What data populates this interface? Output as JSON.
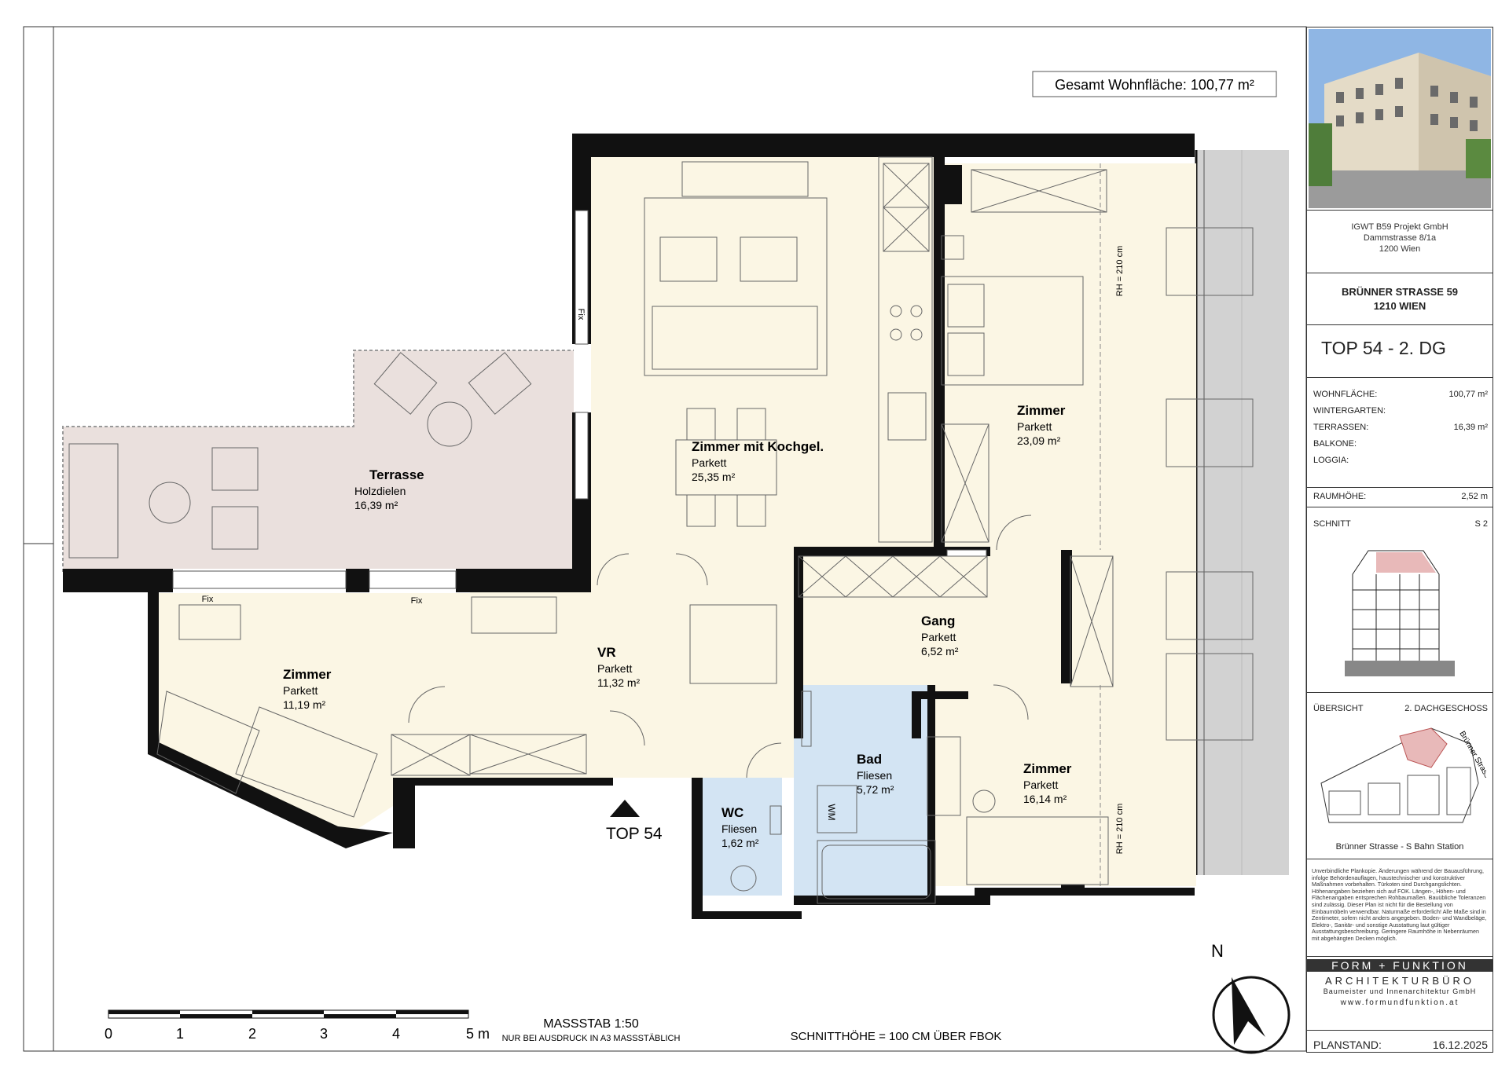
{
  "header": {
    "total_area": "Gesamt Wohnfläche: 100,77 m²"
  },
  "rooms": [
    {
      "name": "Zimmer mit Kochgel.",
      "floor": "Parkett",
      "area": "25,35 m²"
    },
    {
      "name": "Zimmer",
      "floor": "Parkett",
      "area": "23,09 m²"
    },
    {
      "name": "Terrasse",
      "floor": "Holzdielen",
      "area": "16,39 m²"
    },
    {
      "name": "Zimmer",
      "floor": "Parkett",
      "area": "11,19 m²"
    },
    {
      "name": "VR",
      "floor": "Parkett",
      "area": "11,32 m²"
    },
    {
      "name": "Gang",
      "floor": "Parkett",
      "area": "6,52 m²"
    },
    {
      "name": "Bad",
      "floor": "Fliesen",
      "area": "5,72 m²"
    },
    {
      "name": "Zimmer",
      "floor": "Parkett",
      "area": "16,14 m²"
    },
    {
      "name": "WC",
      "floor": "Fliesen",
      "area": "1,62 m²"
    }
  ],
  "labels": {
    "fix": "Fix",
    "wm": "WM",
    "rh": "RH = 210 cm",
    "top": "TOP 54",
    "north": "N"
  },
  "scale": {
    "ticks": [
      "0",
      "1",
      "2",
      "3",
      "4",
      "5 m"
    ],
    "title": "MASSSTAB 1:50",
    "note": "NUR BEI AUSDRUCK IN A3 MASSSTÄBLICH",
    "cut_height": "SCHNITTHÖHE = 100 CM ÜBER FBOK"
  },
  "titleblock": {
    "client": [
      "IGWT B59 Projekt GmbH",
      "Dammstrasse 8/1a",
      "1200 Wien"
    ],
    "address": [
      "BRÜNNER STRASSE 59",
      "1210 WIEN"
    ],
    "unit": "TOP 54 - 2. DG",
    "areas": [
      {
        "label": "WOHNFLÄCHE:",
        "value": "100,77 m²"
      },
      {
        "label": "WINTERGARTEN:",
        "value": ""
      },
      {
        "label": "TERRASSEN:",
        "value": "16,39 m²"
      },
      {
        "label": "BALKONE:",
        "value": ""
      },
      {
        "label": "LOGGIA:",
        "value": ""
      }
    ],
    "room_height": {
      "label": "RAUMHÖHE:",
      "value": "2,52 m"
    },
    "section": {
      "label": "SCHNITT",
      "value": "S 2"
    },
    "overview": {
      "label": "ÜBERSICHT",
      "value": "2. DACHGESCHOSS",
      "street": "Brünner Strasse",
      "caption": "Brünner Strasse - S Bahn Station"
    },
    "disclaimer": "Unverbindliche Plankopie. Änderungen während der Bauausführung, infolge Behördenauflagen, haustechnischer und konstruktiver Maßnahmen vorbehalten. Türkoten sind Durchgangslichten. Höhenangaben beziehen sich auf FOK. Längen-, Höhen- und Flächenangaben entsprechen Rohbaumaßen. Bauübliche Toleranzen sind zulässig. Dieser Plan ist nicht für die Bestellung von Einbaumöbeln verwendbar. Naturmaße erforderlich! Alle Maße sind in Zentimeter, sofern nicht anders angegeben. Boden- und Wandbeläge, Elektro-, Sanitär- und sonstige Ausstattung laut gültiger Ausstattungsbeschreibung. Geringere Raumhöhe in Nebenräumen mit abgehängten Decken möglich.",
    "firm": {
      "line1": "FORM + FUNKTION",
      "line2": "ARCHITEKTURBÜRO",
      "line3": "Baumeister und Innenarchitektur GmbH",
      "web": "www.formundfunktion.at"
    },
    "plan_date": {
      "label": "PLANSTAND:",
      "value": "16.12.2025"
    }
  },
  "colors": {
    "wall": "#111111",
    "living": "#fbf6e4",
    "terrace": "#eae0dd",
    "wet": "#d3e4f3",
    "balcony": "#c6c6c6",
    "roof": "#e8b9b9"
  }
}
